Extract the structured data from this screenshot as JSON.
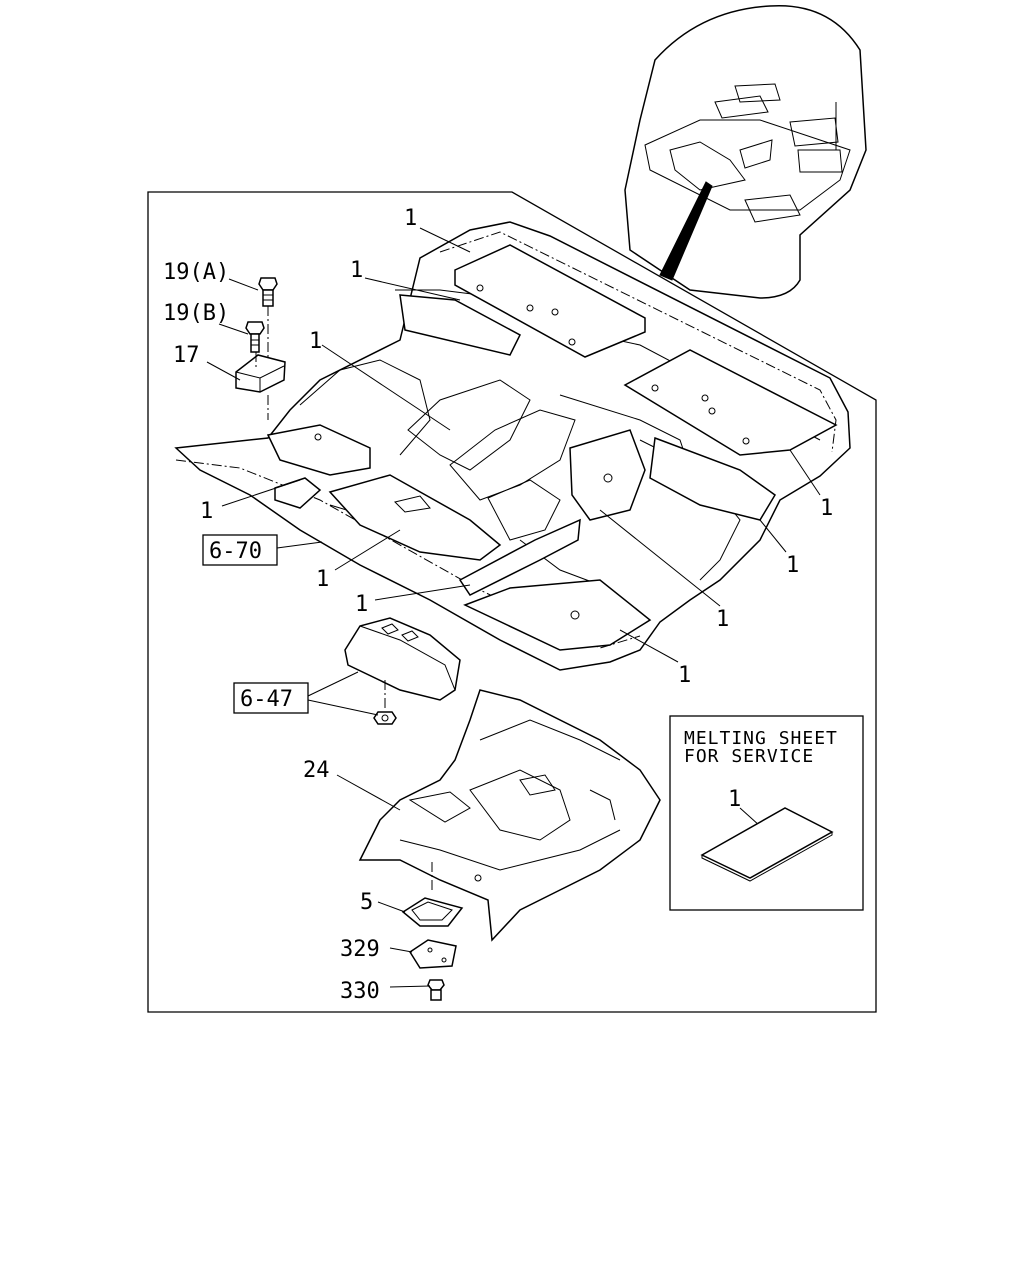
{
  "callouts": {
    "c19a": "19(A)",
    "c19b": "19(B)",
    "c17": "17",
    "c24": "24",
    "c5": "5",
    "c329": "329",
    "c330": "330",
    "one": "1"
  },
  "references": {
    "r670": "6-70",
    "r647": "6-47"
  },
  "service_box": {
    "line1": "MELTING SHEET",
    "line2": "FOR SERVICE",
    "part": "1"
  }
}
